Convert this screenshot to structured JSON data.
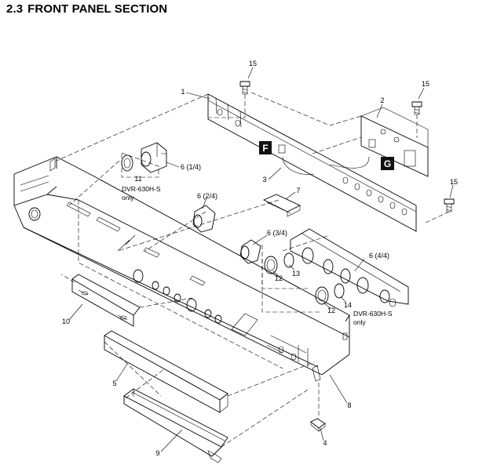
{
  "heading": {
    "number": "2.3",
    "title": "FRONT PANEL SECTION"
  },
  "part_labels": {
    "p1": "1",
    "p2": "2",
    "p3": "3",
    "p4": "4",
    "p5": "5",
    "p6_1": "6 (1/4)",
    "p6_2": "6 (2/4)",
    "p6_3": "6 (3/4)",
    "p6_4": "6 (4/4)",
    "p7": "7",
    "p8": "8",
    "p9": "9",
    "p10": "10",
    "p11": "11",
    "p12a": "12",
    "p12b": "12",
    "p13": "13",
    "p14": "14",
    "p15a": "15",
    "p15b": "15",
    "p15c": "15"
  },
  "notes": {
    "model_a_line1": "DVR-630H-S",
    "model_a_line2": "only",
    "model_b_line1": "DVR-630H-S",
    "model_b_line2": "only"
  },
  "markers": {
    "f": "F",
    "g": "G"
  }
}
